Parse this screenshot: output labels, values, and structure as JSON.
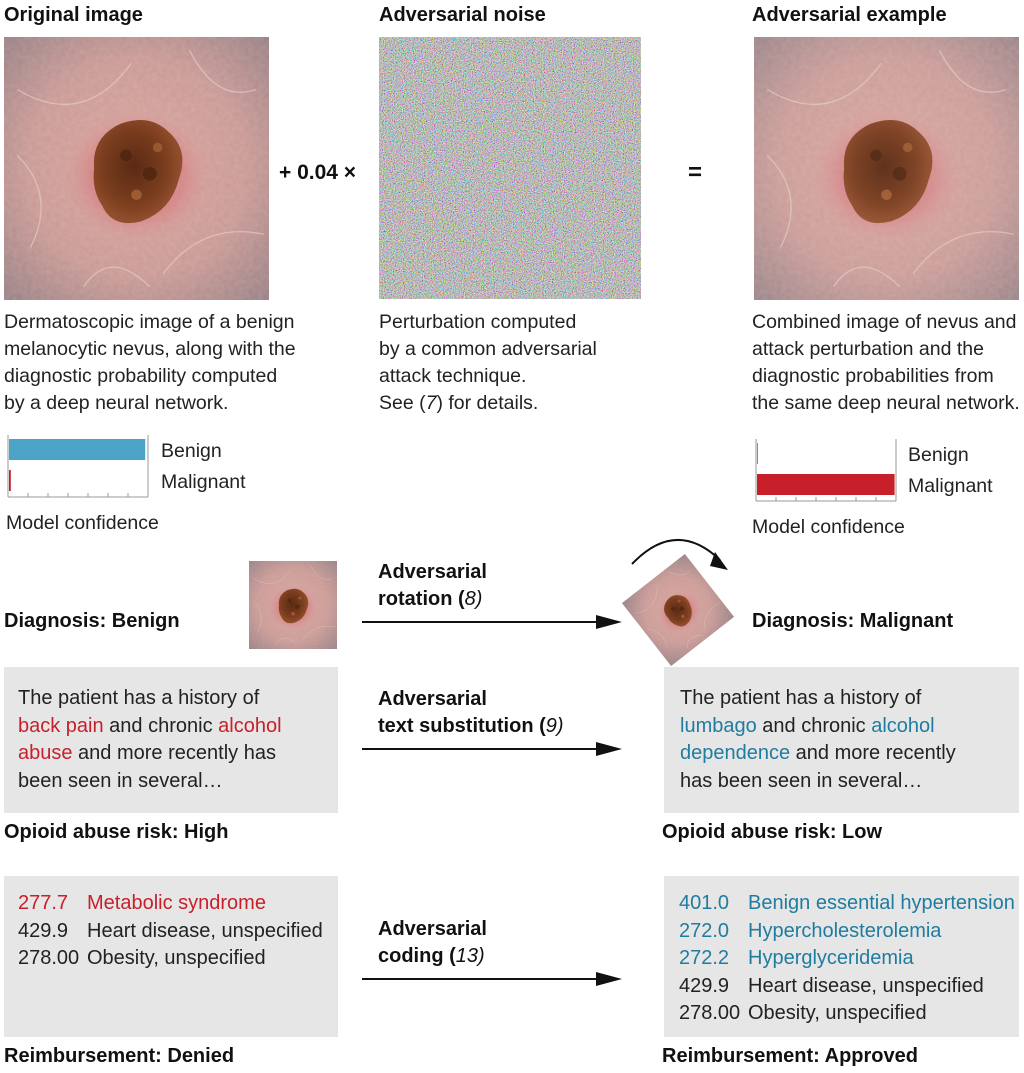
{
  "top": {
    "original": {
      "title": "Original image",
      "caption": [
        "Dermatoscopic image of a benign",
        "melanocytic nevus, along with the",
        "diagnostic probability computed",
        "by a deep neural network."
      ],
      "chart_label": "Model confidence",
      "bar_labels": [
        "Benign",
        "Malignant"
      ]
    },
    "noise": {
      "title": "Adversarial noise",
      "multiplier": "+ 0.04 ×",
      "caption": [
        "Perturbation computed",
        "by a common adversarial",
        "attack technique."
      ],
      "see_prefix": "See (",
      "see_ref": "7",
      "see_suffix": ") for details."
    },
    "equals": "=",
    "adversarial": {
      "title": "Adversarial example",
      "caption": [
        "Combined image of nevus and",
        "attack perturbation and the",
        "diagnostic probabilities from",
        "the same deep neural network."
      ],
      "chart_label": "Model confidence",
      "bar_labels": [
        "Benign",
        "Malignant"
      ]
    }
  },
  "chart_data": [
    {
      "type": "bar",
      "orientation": "horizontal",
      "categories": [
        "Benign",
        "Malignant"
      ],
      "values": [
        0.98,
        0.02
      ],
      "xlabel": "Model confidence",
      "xlim": [
        0,
        1
      ],
      "colors": [
        "#4ba3c7",
        "#c8202a"
      ]
    },
    {
      "type": "bar",
      "orientation": "horizontal",
      "categories": [
        "Benign",
        "Malignant"
      ],
      "values": [
        0.01,
        0.99
      ],
      "xlabel": "Model confidence",
      "xlim": [
        0,
        1
      ],
      "colors": [
        "#4ba3c7",
        "#c8202a"
      ]
    }
  ],
  "rotation": {
    "left_label": "Diagnosis: Benign",
    "arrow_title": "Adversarial",
    "arrow_sub": "rotation (",
    "arrow_ref": "8",
    "arrow_close": ")",
    "right_label": "Diagnosis: Malignant"
  },
  "text_sub": {
    "arrow_title": "Adversarial",
    "arrow_sub": "text substitution (",
    "arrow_ref": "9",
    "arrow_close": ")",
    "left": {
      "l1": "The patient has a history of",
      "l2a": "back pain",
      "l2b": " and chronic ",
      "l2c": "alcohol",
      "l3a": "abuse",
      "l3b": " and more recently has",
      "l4": "been seen in several…"
    },
    "right": {
      "l1": "The patient has a history of",
      "l2a": "lumbago",
      "l2b": " and chronic ",
      "l2c": "alcohol",
      "l3a": "dependence",
      "l3b": " and more recently",
      "l4": "has been seen in several…"
    },
    "left_label": "Opioid abuse risk: High",
    "right_label": "Opioid abuse risk: Low"
  },
  "coding": {
    "arrow_title": "Adversarial",
    "arrow_sub": "coding (",
    "arrow_ref": "13",
    "arrow_close": ")",
    "left_rows": [
      {
        "code": "277.7",
        "desc": "Metabolic syndrome",
        "color": "#c8202a"
      },
      {
        "code": "429.9",
        "desc": "Heart disease, unspecified",
        "color": "#222222"
      },
      {
        "code": "278.00",
        "desc": "Obesity, unspecified",
        "color": "#222222"
      }
    ],
    "right_rows": [
      {
        "code": "401.0",
        "desc": "Benign essential hypertension",
        "color": "#1f7ca0"
      },
      {
        "code": "272.0",
        "desc": "Hypercholesterolemia",
        "color": "#1f7ca0"
      },
      {
        "code": "272.2",
        "desc": "Hyperglyceridemia",
        "color": "#1f7ca0"
      },
      {
        "code": "429.9",
        "desc": "Heart disease, unspecified",
        "color": "#222222"
      },
      {
        "code": "278.00",
        "desc": "Obesity, unspecified",
        "color": "#222222"
      }
    ],
    "left_label": "Reimbursement: Denied",
    "right_label": "Reimbursement: Approved"
  }
}
